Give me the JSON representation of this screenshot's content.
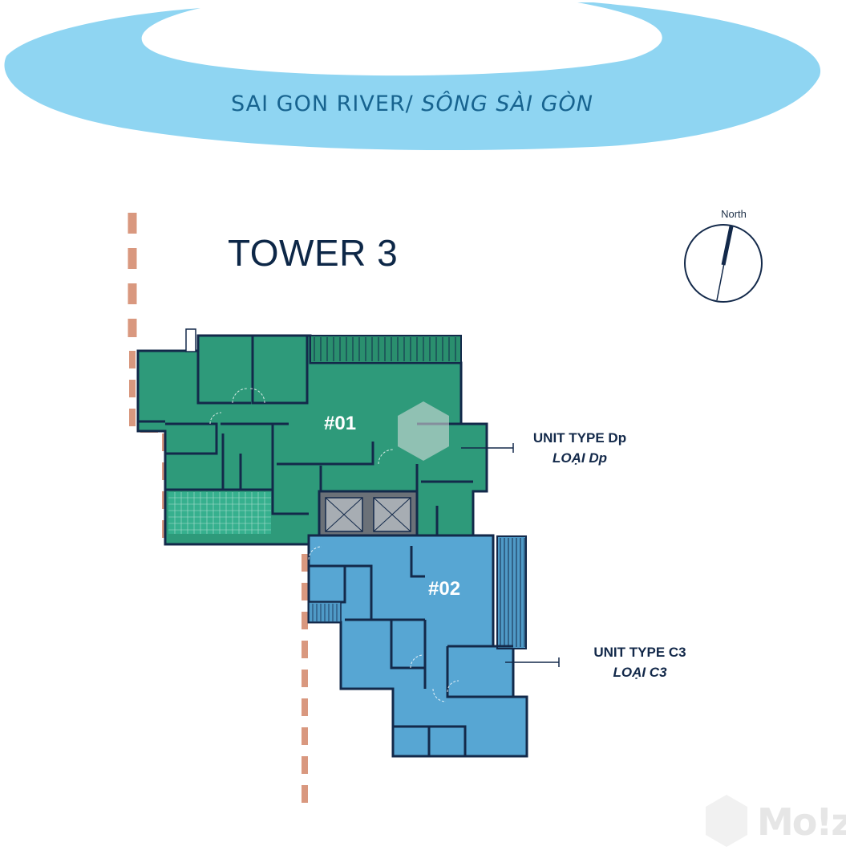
{
  "river": {
    "label_en": "SAI GON RIVER/ ",
    "label_vn": "SÔNG SÀI GÒN"
  },
  "tower": {
    "title": "TOWER 3"
  },
  "compass": {
    "label": "North"
  },
  "units": [
    {
      "number": "#01",
      "type_label": "UNIT TYPE Dp",
      "type_label_vn": "LOẠI Dp",
      "color": "#2e9a7a"
    },
    {
      "number": "#02",
      "type_label": "UNIT TYPE C3",
      "type_label_vn": "LOẠI C3",
      "color": "#57a6d3"
    }
  ],
  "colors": {
    "river": "#8fd5f2",
    "boundary": "#d9987f",
    "wall": "#13294a",
    "core": "#5a6169"
  },
  "watermark": {
    "text": "Mo!z"
  }
}
